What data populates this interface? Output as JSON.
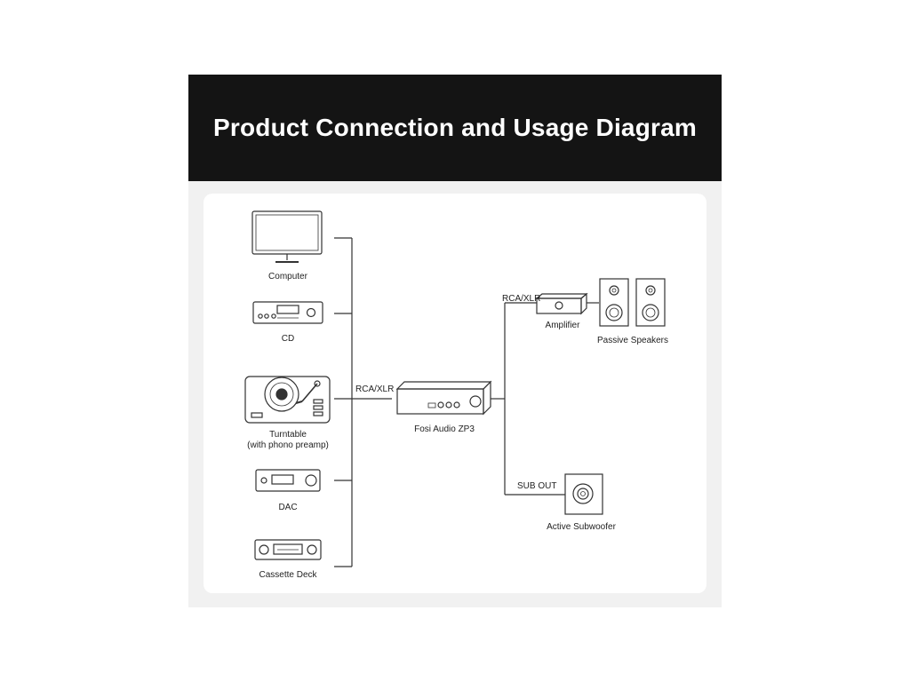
{
  "header": {
    "title": "Product Connection and Usage Diagram"
  },
  "sources": {
    "computer": "Computer",
    "cd": "CD",
    "turntable_line1": "Turntable",
    "turntable_line2": "(with phono preamp)",
    "dac": "DAC",
    "cassette": "Cassette Deck"
  },
  "hub": {
    "input_connection": "RCA/XLR",
    "name": "Fosi Audio ZP3"
  },
  "outputs": {
    "amp_connection": "RCA/XLR",
    "amplifier": "Amplifier",
    "speakers": "Passive Speakers",
    "sub_connection": "SUB OUT",
    "subwoofer": "Active Subwoofer"
  },
  "colors": {
    "header_bg": "#141414",
    "panel_bg": "#f1f1f1",
    "line": "#333333"
  }
}
